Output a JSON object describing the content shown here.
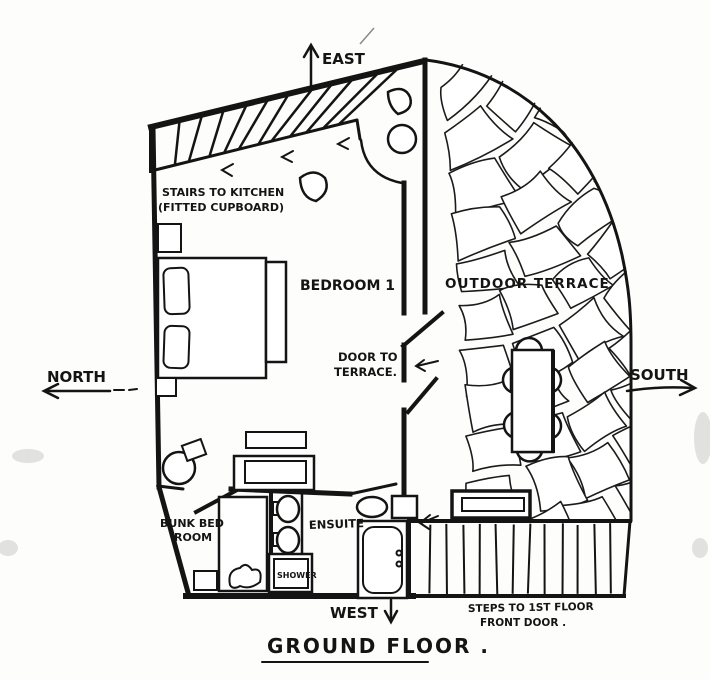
{
  "title": "GROUND FLOOR .",
  "compass": {
    "north": "NORTH",
    "south": "SOUTH",
    "east": "EAST",
    "west": "WEST"
  },
  "rooms": {
    "bedroom1": "BEDROOM 1",
    "terrace": "OUTDOOR TERRACE",
    "bunk_line1": "BUNK BED",
    "bunk_line2": "ROOM",
    "ensuite": "ENSUITE",
    "shower": "SHOWER"
  },
  "annotations": {
    "stairs_line1": "STAIRS TO KITCHEN",
    "stairs_line2": "(FITTED CUPBOARD)",
    "door_line1": "DOOR TO",
    "door_line2": "TERRACE.",
    "steps_line1": "STEPS TO 1ST FLOOR",
    "steps_line2": "FRONT DOOR ."
  },
  "colors": {
    "ink": "#141414",
    "paper": "#fdfdfc"
  }
}
